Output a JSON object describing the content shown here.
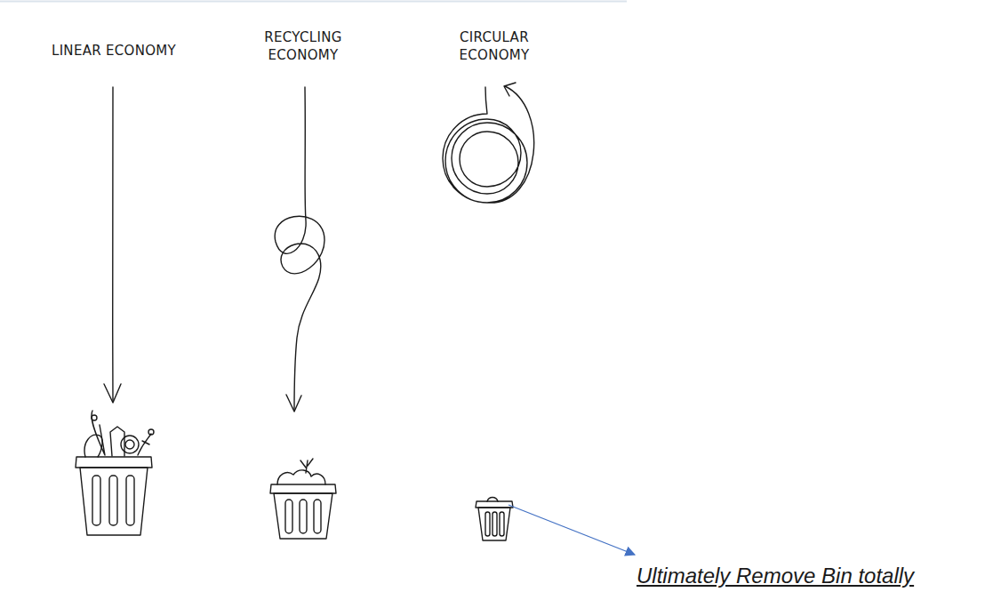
{
  "diagram": {
    "labels": [
      "LINEAR ECONOMY",
      "RECYCLING ECONOMY",
      "CIRCULAR ECONOMY",
      "Ultimately Remove Bin totally"
    ]
  }
}
